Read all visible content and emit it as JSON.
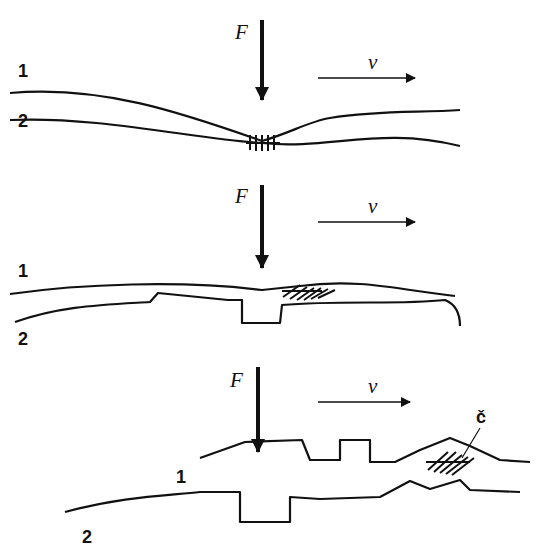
{
  "diagram": {
    "labels": [
      "F",
      "v",
      "1",
      "2",
      "F",
      "v",
      "1",
      "2",
      "F",
      "v",
      "č",
      "1",
      "2"
    ]
  }
}
